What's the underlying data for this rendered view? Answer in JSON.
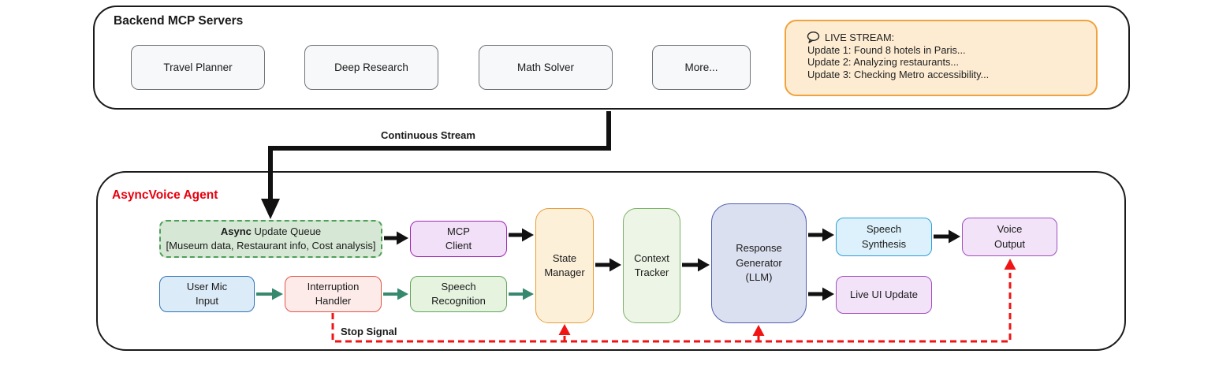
{
  "backend": {
    "title": "Backend MCP Servers",
    "servers": [
      "Travel Planner",
      "Deep Research",
      "Math Solver",
      "More..."
    ],
    "live_stream": {
      "icon": "speech-bubble-icon",
      "title": "LIVE STREAM:",
      "updates": [
        "Update 1: Found 8 hotels in Paris...",
        "Update 2: Analyzing restaurants...",
        "Update 3: Checking Metro accessibility..."
      ]
    }
  },
  "flow": {
    "continuous_stream_label": "Continuous Stream",
    "stop_signal_label": "Stop Signal"
  },
  "agent": {
    "title": "AsyncVoice Agent",
    "nodes": {
      "async_queue": {
        "bold": "Async",
        "rest": " Update Queue",
        "detail": "[Museum data, Restaurant info, Cost analysis]"
      },
      "mcp_client": {
        "lines": [
          "MCP",
          "Client"
        ]
      },
      "state_manager": {
        "lines": [
          "State",
          "Manager"
        ]
      },
      "context_tracker": {
        "lines": [
          "Context",
          "Tracker"
        ]
      },
      "response_generator": {
        "lines": [
          "Response",
          "Generator",
          "(LLM)"
        ]
      },
      "speech_synthesis": {
        "lines": [
          "Speech",
          "Synthesis"
        ]
      },
      "voice_output": {
        "lines": [
          "Voice",
          "Output"
        ]
      },
      "live_ui_update": {
        "lines": [
          "Live UI Update"
        ]
      },
      "user_mic_input": {
        "lines": [
          "User Mic",
          "Input"
        ]
      },
      "interruption_handler": {
        "lines": [
          "Interruption",
          "Handler"
        ]
      },
      "speech_recognition": {
        "lines": [
          "Speech",
          "Recognition"
        ]
      }
    }
  },
  "node_styles": {
    "server": {
      "fill": "#f7f8fa",
      "border": "#6f7377"
    },
    "live_stream": {
      "fill": "#fdecd2",
      "border": "#f0a33c"
    },
    "async_queue": {
      "fill": "#d6e8d5",
      "border": "#4fa057"
    },
    "mcp_client": {
      "fill": "#f1e0f7",
      "border": "#a128b5"
    },
    "state_manager": {
      "fill": "#fdf0d9",
      "border": "#e79d3c"
    },
    "context_tracker": {
      "fill": "#edf5e6",
      "border": "#7ab266"
    },
    "response_generator": {
      "fill": "#dbe0f1",
      "border": "#4f5fae"
    },
    "speech_synthesis": {
      "fill": "#dcf1fb",
      "border": "#2da0d8"
    },
    "voice_output": {
      "fill": "#f2e3f8",
      "border": "#a14fc0"
    },
    "live_ui_update": {
      "fill": "#f2e3f8",
      "border": "#a14fc0"
    },
    "user_mic_input": {
      "fill": "#dcebf8",
      "border": "#2f76b5"
    },
    "interruption_handler": {
      "fill": "#fdebe9",
      "border": "#e0564a"
    },
    "speech_recognition": {
      "fill": "#e6f3df",
      "border": "#61a75c"
    }
  },
  "palette": {
    "container_border": "#1a1a1a",
    "agent_title": "#e8000d",
    "arrow_black": "#111111",
    "arrow_green": "#36896e",
    "stop_signal_red": "#f01414"
  }
}
